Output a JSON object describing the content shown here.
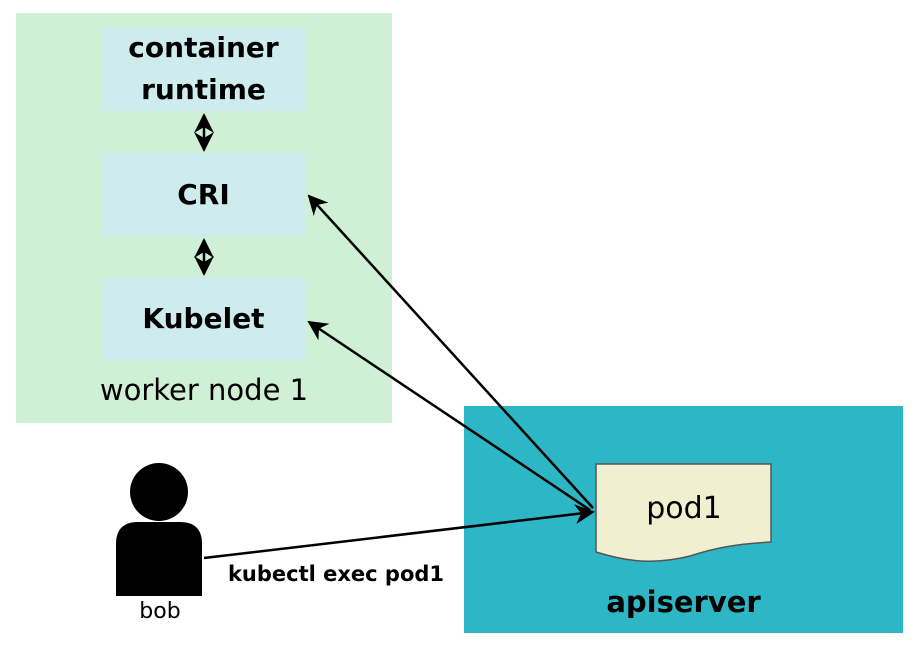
{
  "worker_node": {
    "label": "worker node 1",
    "color": "#cff0d5"
  },
  "components": {
    "container_runtime": "container\nruntime",
    "cri": "CRI",
    "kubelet": "Kubelet",
    "color": "#ceebee"
  },
  "apiserver": {
    "label": "apiserver",
    "color": "#2db6c5"
  },
  "pod": {
    "label": "pod1",
    "color": "#f0f0d0"
  },
  "user": {
    "label": "bob",
    "icon": "person-icon"
  },
  "command": {
    "label": "kubectl exec pod1"
  }
}
